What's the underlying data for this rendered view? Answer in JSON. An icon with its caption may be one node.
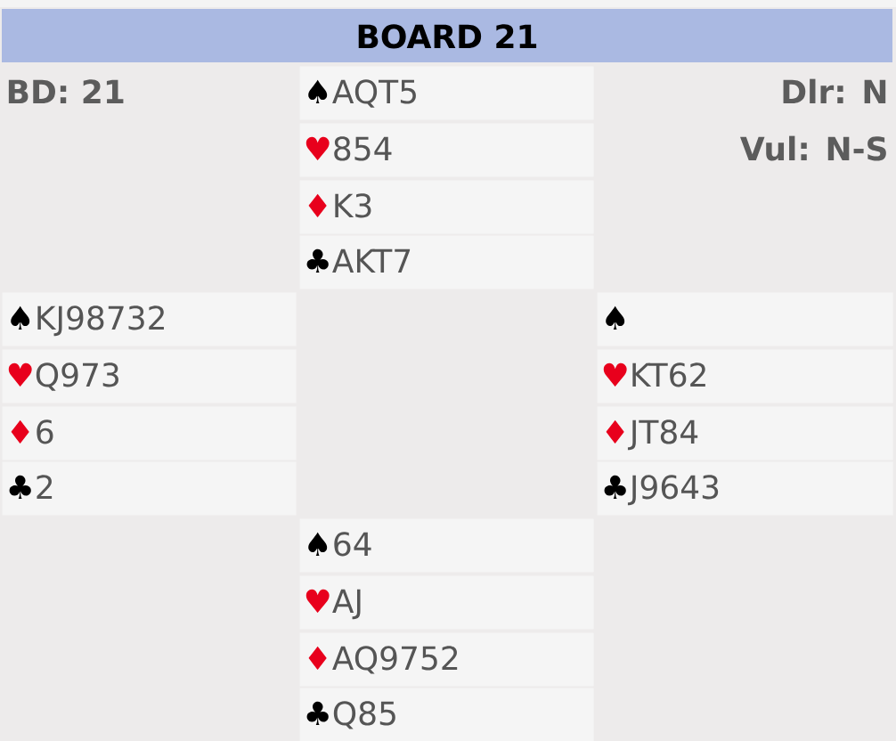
{
  "diagram": {
    "title": "BOARD 21",
    "nodes": [
      {
        "text": [
          "♠",
          "AQT5"
        ]
      },
      {
        "text": [
          "♥",
          "854"
        ]
      },
      {
        "text": [
          "♦",
          "K3"
        ]
      },
      {
        "text": [
          "♣",
          "AKT7"
        ]
      },
      {
        "text": [
          "♠",
          "KJ98732"
        ]
      },
      {
        "text": [
          "♠"
        ]
      },
      {
        "text": [
          "♥",
          "Q973"
        ]
      },
      {
        "text": [
          "♥",
          "KT62"
        ]
      },
      {
        "text": [
          "♦",
          "6"
        ]
      },
      {
        "text": [
          "♦",
          "JT84"
        ]
      },
      {
        "text": [
          "♣",
          "2"
        ]
      },
      {
        "text": [
          "♣",
          "J9643"
        ]
      },
      {
        "text": [
          "♠",
          "64"
        ]
      },
      {
        "text": [
          "♥",
          "AJ"
        ]
      },
      {
        "text": [
          "♦",
          "AQ9752"
        ]
      },
      {
        "text": [
          "♣",
          "Q85"
        ]
      }
    ],
    "labels": [
      "BD: 21",
      "Dlr: N",
      "Vul: N-S"
    ]
  }
}
